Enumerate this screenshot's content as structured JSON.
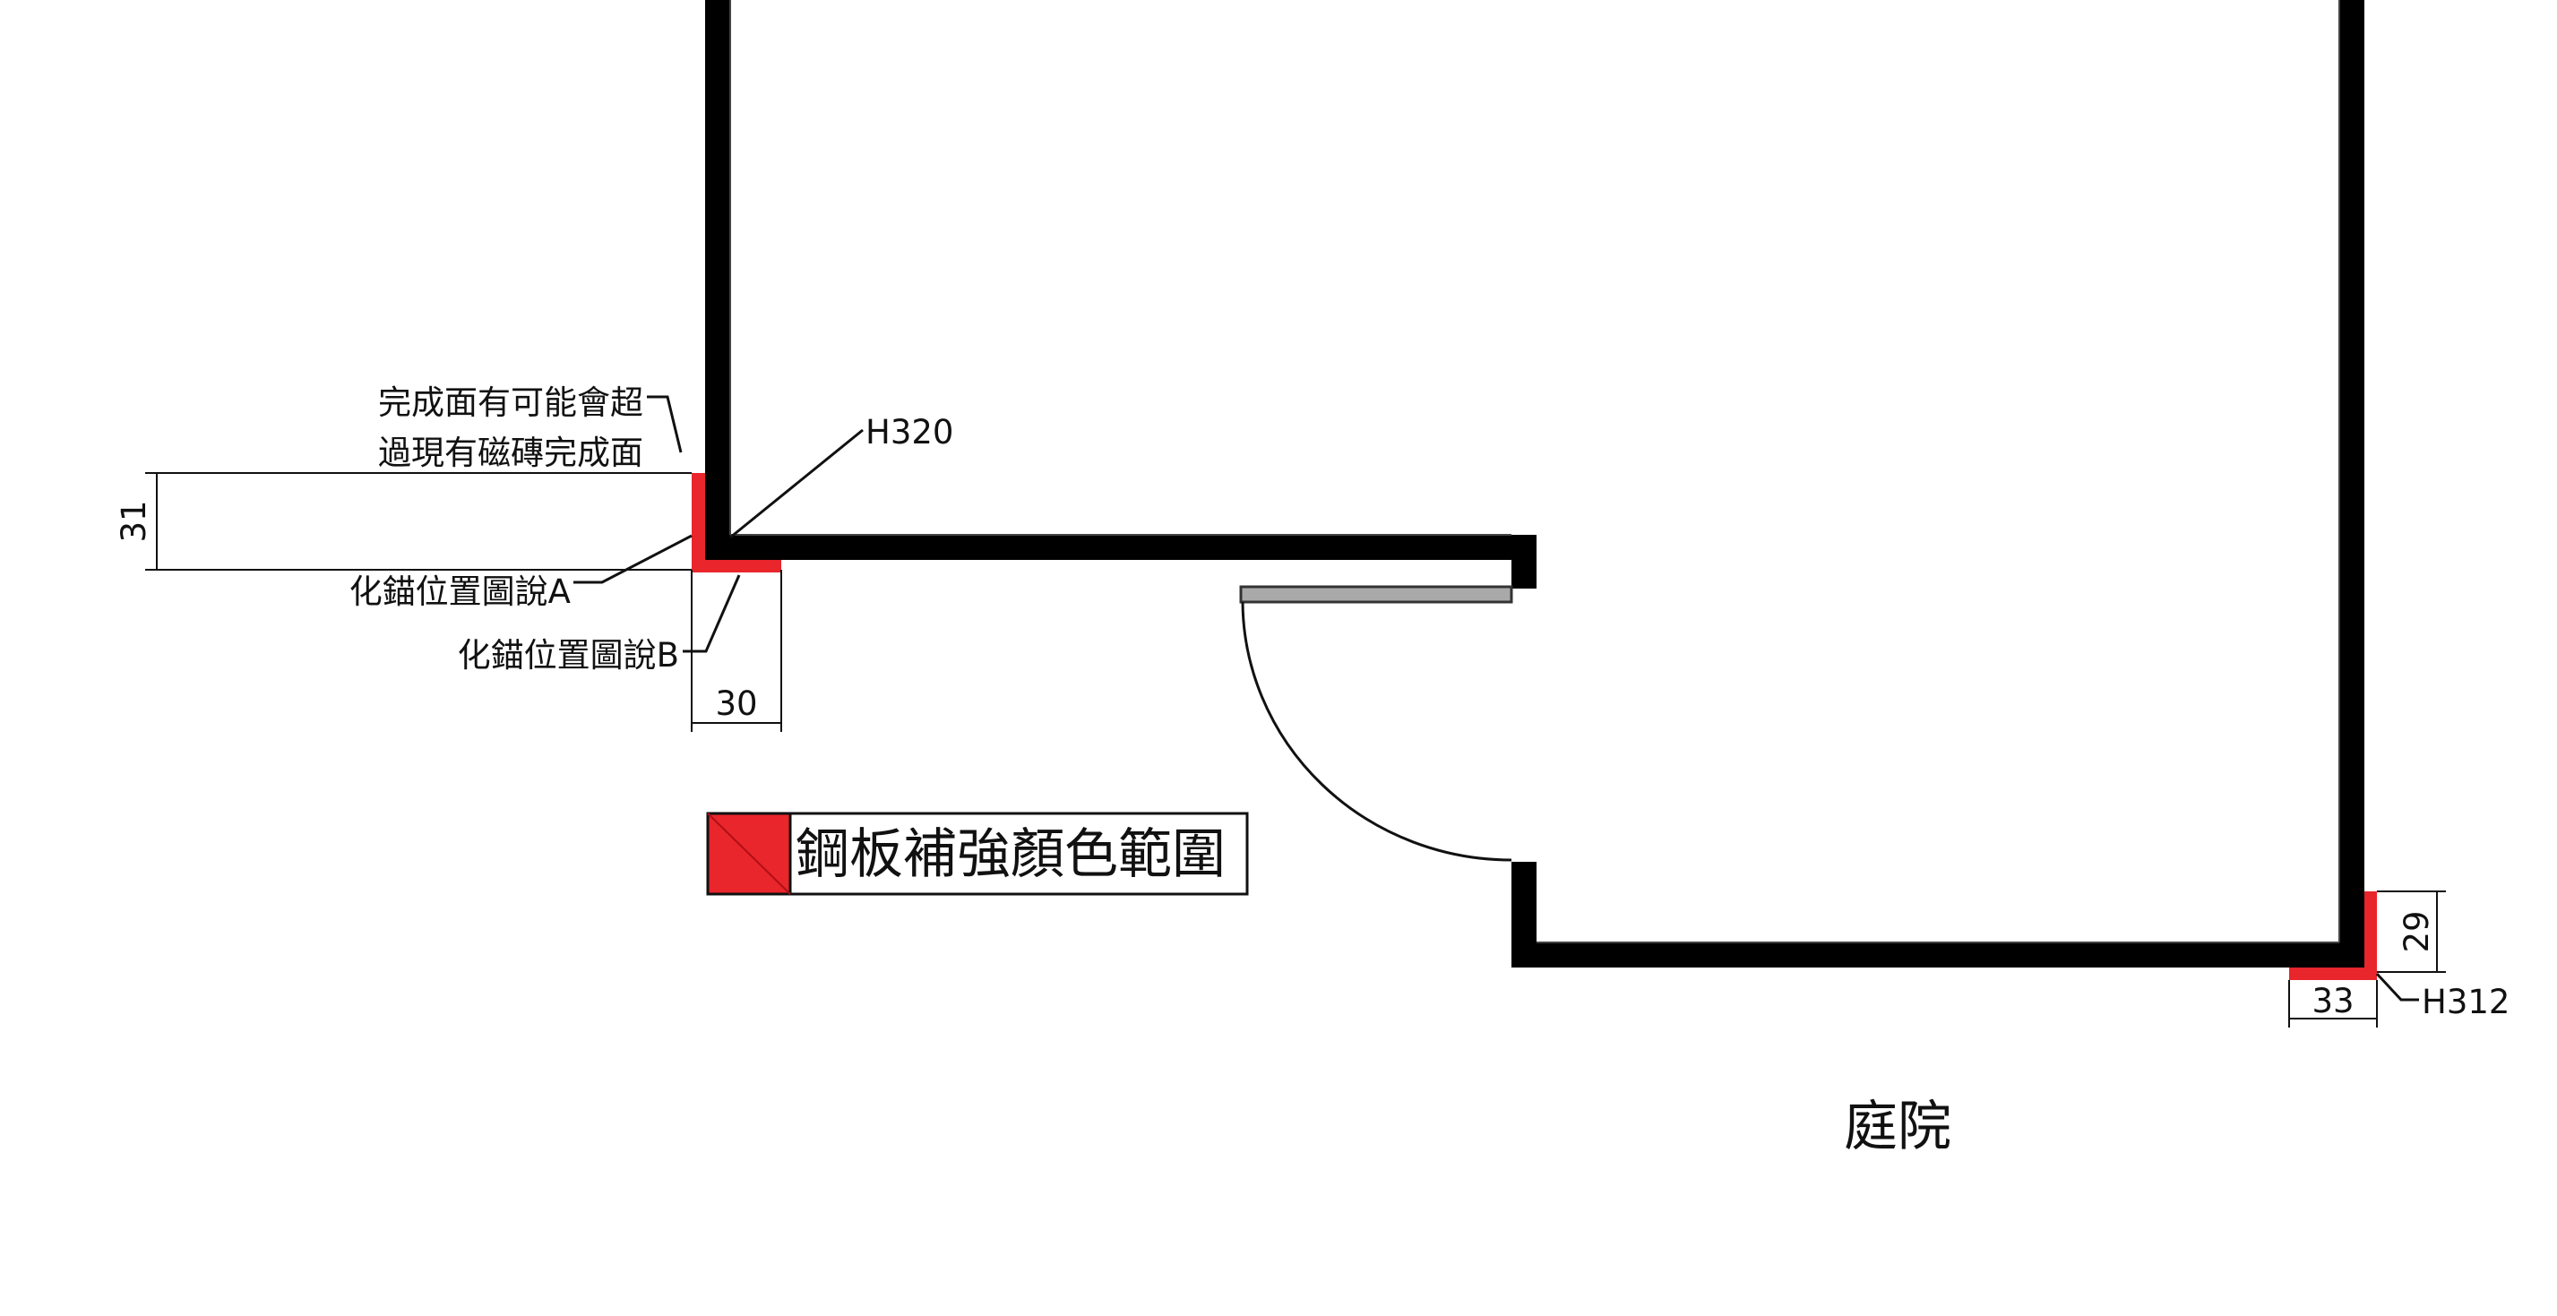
{
  "colors": {
    "wall": "#000000",
    "steel_plate": "#e8262b",
    "door_leaf": "#a9a9a9",
    "line": "#111111",
    "background": "#ffffff"
  },
  "annotations": {
    "finish_note_line1": "完成面有可能會超",
    "finish_note_line2": "過現有磁磚完成面",
    "anchor_a": "化錨位置圖說A",
    "anchor_b": "化錨位置圖說B",
    "height_left": "H320",
    "height_right": "H312"
  },
  "dimensions": {
    "left_vertical": "31",
    "left_horizontal": "30",
    "right_vertical": "29",
    "right_horizontal": "33"
  },
  "legend": {
    "label": "鋼板補強顏色範圍"
  },
  "room": {
    "label": "庭院"
  }
}
